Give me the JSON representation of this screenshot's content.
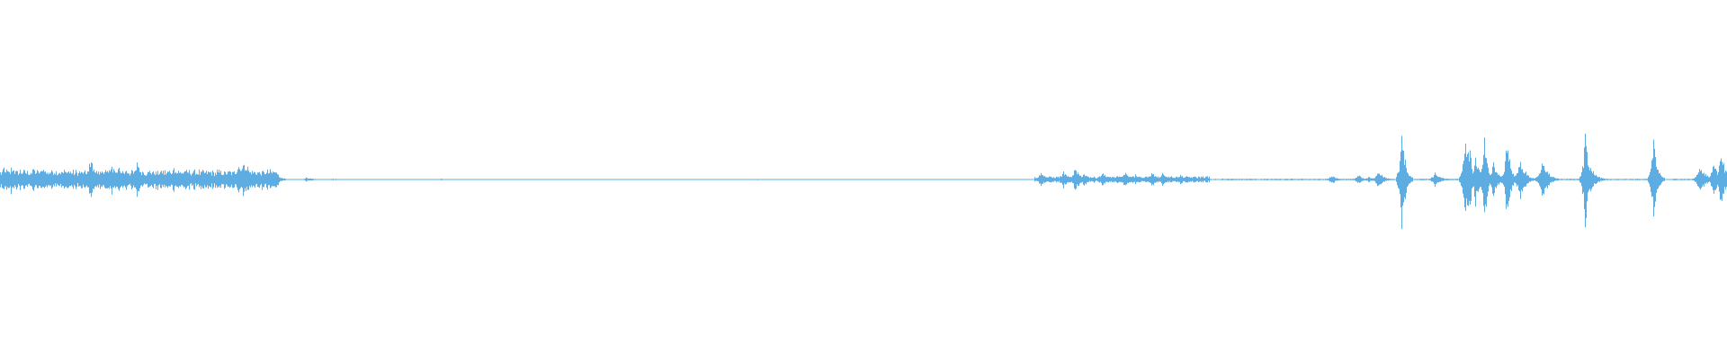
{
  "waveform": {
    "color": "#5DADE2",
    "background": "#FFFFFF",
    "duration_units": 1920,
    "noise_amplitude": 0.012,
    "segments": [
      {
        "start": 0,
        "end": 310,
        "base": 0.06,
        "bursts": [
          {
            "t": 4,
            "a": 0.1
          },
          {
            "t": 12,
            "a": 0.09
          },
          {
            "t": 22,
            "a": 0.07
          },
          {
            "t": 36,
            "a": 0.08
          },
          {
            "t": 48,
            "a": 0.08
          },
          {
            "t": 58,
            "a": 0.06
          },
          {
            "t": 75,
            "a": 0.07
          },
          {
            "t": 88,
            "a": 0.05
          },
          {
            "t": 100,
            "a": 0.15
          },
          {
            "t": 112,
            "a": 0.07
          },
          {
            "t": 124,
            "a": 0.09
          },
          {
            "t": 132,
            "a": 0.09
          },
          {
            "t": 140,
            "a": 0.07
          },
          {
            "t": 152,
            "a": 0.11
          },
          {
            "t": 165,
            "a": 0.06
          },
          {
            "t": 178,
            "a": 0.06
          },
          {
            "t": 193,
            "a": 0.09
          },
          {
            "t": 205,
            "a": 0.05
          },
          {
            "t": 214,
            "a": 0.05
          },
          {
            "t": 228,
            "a": 0.05
          },
          {
            "t": 243,
            "a": 0.05
          },
          {
            "t": 265,
            "a": 0.09
          },
          {
            "t": 270,
            "a": 0.13
          },
          {
            "t": 275,
            "a": 0.09
          },
          {
            "t": 305,
            "a": 0.05
          }
        ]
      },
      {
        "start": 310,
        "end": 1150,
        "base": 0.003,
        "bursts": [
          {
            "t": 340,
            "a": 0.012
          },
          {
            "t": 345,
            "a": 0.01
          },
          {
            "t": 370,
            "a": 0.006
          },
          {
            "t": 425,
            "a": 0.004
          },
          {
            "t": 490,
            "a": 0.005
          },
          {
            "t": 842,
            "a": 0.004
          }
        ]
      },
      {
        "start": 1150,
        "end": 1345,
        "base": 0.02,
        "bursts": [
          {
            "t": 1157,
            "a": 0.05
          },
          {
            "t": 1182,
            "a": 0.06
          },
          {
            "t": 1195,
            "a": 0.08
          },
          {
            "t": 1205,
            "a": 0.04
          },
          {
            "t": 1225,
            "a": 0.05
          },
          {
            "t": 1250,
            "a": 0.05
          },
          {
            "t": 1262,
            "a": 0.03
          },
          {
            "t": 1280,
            "a": 0.05
          },
          {
            "t": 1292,
            "a": 0.04
          },
          {
            "t": 1312,
            "a": 0.03
          }
        ]
      },
      {
        "start": 1345,
        "end": 1920,
        "base": 0.005,
        "bursts": [
          {
            "t": 1480,
            "a": 0.03
          },
          {
            "t": 1510,
            "a": 0.03
          },
          {
            "t": 1522,
            "a": 0.02
          },
          {
            "t": 1532,
            "a": 0.06
          },
          {
            "t": 1558,
            "a": 0.4
          },
          {
            "t": 1595,
            "a": 0.05
          },
          {
            "t": 1628,
            "a": 0.32
          },
          {
            "t": 1632,
            "a": 0.3
          },
          {
            "t": 1640,
            "a": 0.16
          },
          {
            "t": 1650,
            "a": 0.28
          },
          {
            "t": 1660,
            "a": 0.12
          },
          {
            "t": 1675,
            "a": 0.31
          },
          {
            "t": 1690,
            "a": 0.14
          },
          {
            "t": 1715,
            "a": 0.14
          },
          {
            "t": 1762,
            "a": 0.35
          },
          {
            "t": 1768,
            "a": 0.1
          },
          {
            "t": 1838,
            "a": 0.32
          },
          {
            "t": 1890,
            "a": 0.1
          },
          {
            "t": 1905,
            "a": 0.1
          },
          {
            "t": 1913,
            "a": 0.17
          }
        ]
      }
    ]
  }
}
